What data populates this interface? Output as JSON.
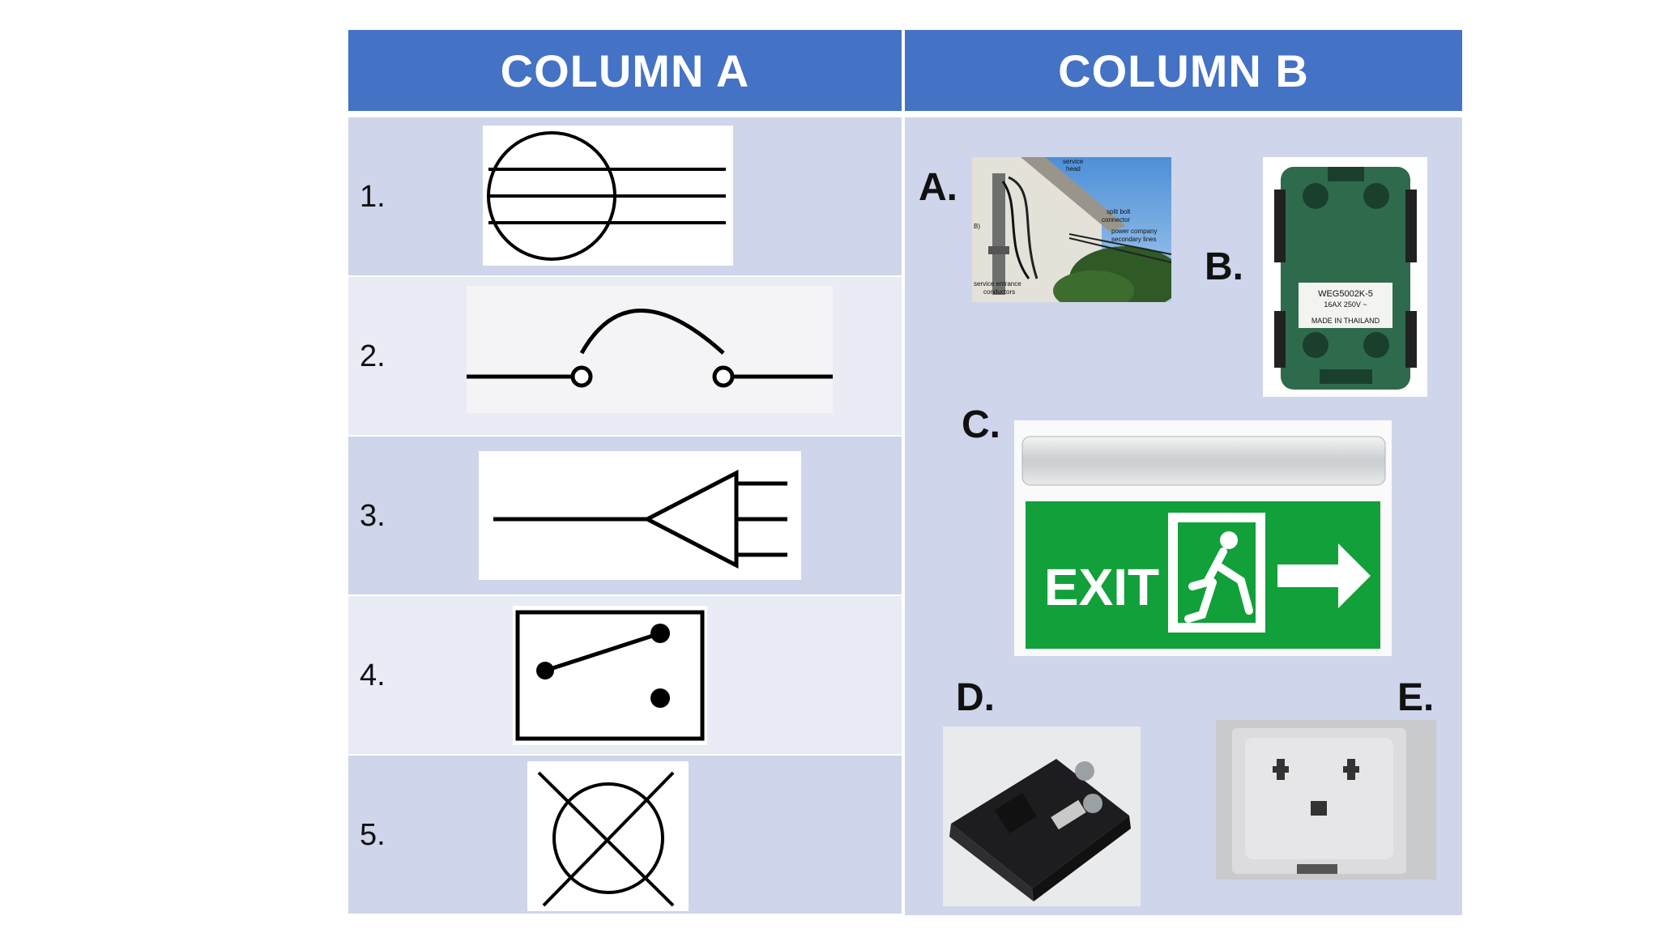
{
  "headers": {
    "col_a": "COLUMN A",
    "col_b": "COLUMN B"
  },
  "column_a": {
    "items": [
      {
        "number": "1.",
        "symbol": "circle-three-lines-symbol"
      },
      {
        "number": "2.",
        "symbol": "arc-switch-symbol"
      },
      {
        "number": "3.",
        "symbol": "plug-symbol"
      },
      {
        "number": "4.",
        "symbol": "boxed-switch-symbol"
      },
      {
        "number": "5.",
        "symbol": "crossed-circle-lamp-symbol"
      }
    ]
  },
  "column_b": {
    "items": [
      {
        "letter": "A.",
        "image": "service-entrance-photo",
        "labels": {
          "service_head_1": "service",
          "service_head_2": "head",
          "split_bolt_1": "split bolt",
          "split_bolt_2": "connector",
          "power_company_1": "power company",
          "power_company_2": "secondary lines",
          "b_marker": "B)",
          "service_entrance_1": "service entrance",
          "service_entrance_2": "conductors"
        }
      },
      {
        "letter": "B.",
        "image": "switch-module-photo",
        "labels": {
          "model": "WEG5002K-5",
          "rating": "16AX 250V ~",
          "origin": "MADE IN THAILAND"
        }
      },
      {
        "letter": "C.",
        "image": "exit-sign-photo",
        "labels": {
          "sign_text": "EXIT"
        }
      },
      {
        "letter": "D.",
        "image": "circuit-breaker-photo"
      },
      {
        "letter": "E.",
        "image": "outlet-photo"
      }
    ]
  },
  "colors": {
    "header": "#4472c4",
    "row_dark": "#cfd5ea",
    "row_light": "#e9ebf5",
    "exit_green": "#12a03a"
  }
}
